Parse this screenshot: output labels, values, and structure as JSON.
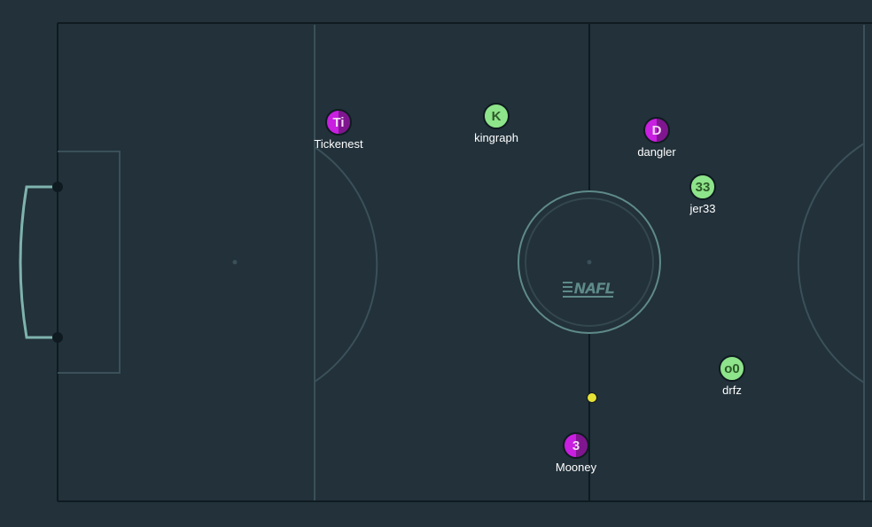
{
  "colors": {
    "background": "#22313a",
    "pitch_line": "#0f1a20",
    "markings": "#3b5059",
    "goal": "#7fb3ad",
    "home_team": "#c81fe0",
    "away_team": "#8ee48a",
    "ball": "#e6e236"
  },
  "logo": {
    "text": "NAFL",
    "icon": "league-logo-icon"
  },
  "players": [
    {
      "initials": "Ti",
      "name": "Tickenest",
      "team": "home"
    },
    {
      "initials": "K",
      "name": "kingraph",
      "team": "away"
    },
    {
      "initials": "D",
      "name": "dangler",
      "team": "home"
    },
    {
      "initials": "33",
      "name": "jer33",
      "team": "away"
    },
    {
      "initials": "o0",
      "name": "drfz",
      "team": "away"
    },
    {
      "initials": "3",
      "name": "Mooney",
      "team": "home"
    }
  ],
  "ball": {
    "icon": "ball-icon"
  }
}
